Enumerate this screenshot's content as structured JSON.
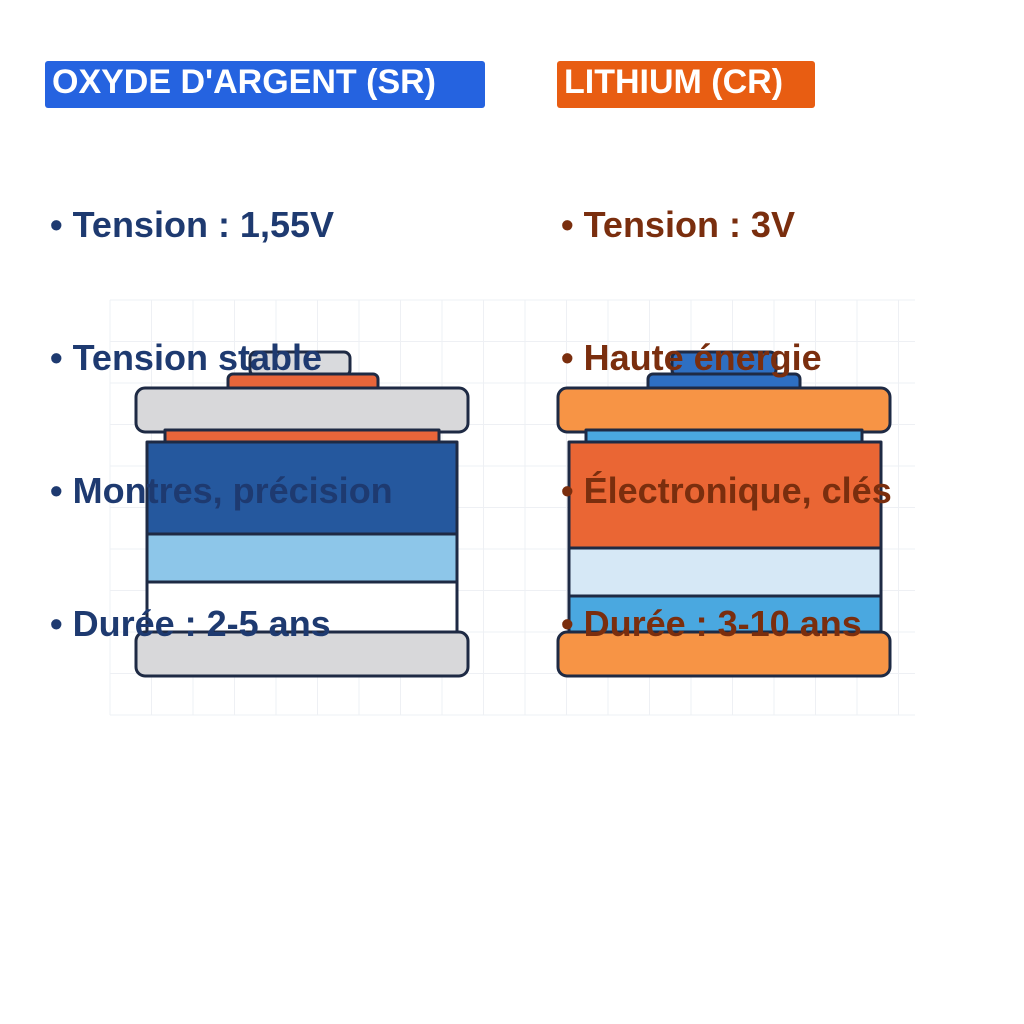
{
  "colors": {
    "sr_accent": "#2563e0",
    "cr_accent": "#e85d12",
    "sr_text": "#1e3a70",
    "cr_text": "#7a2e0e",
    "outline": "#1e2a44"
  },
  "columns": [
    {
      "id": "sr",
      "title": "OXYDE D'ARGENT (SR)",
      "bullets": [
        "• Tension : 1,55V",
        "• Tension stable",
        "• Montres, précision",
        "• Durée : 2-5 ans"
      ]
    },
    {
      "id": "cr",
      "title": "LITHIUM (CR)",
      "bullets": [
        "• Tension : 3V",
        "• Haute énergie",
        "• Électronique, clés",
        "• Durée : 3-10 ans"
      ]
    }
  ],
  "illustrations": [
    {
      "name": "silver-oxide-battery-icon"
    },
    {
      "name": "lithium-battery-icon"
    }
  ]
}
